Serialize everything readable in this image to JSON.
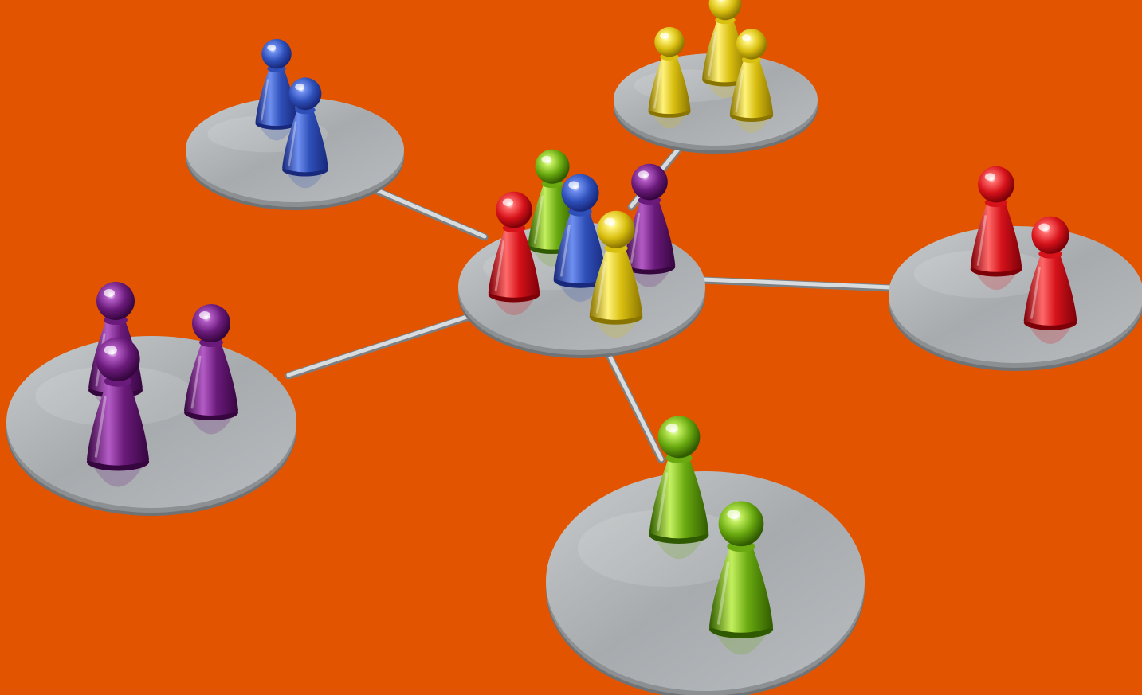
{
  "scene": {
    "background": "#e35400",
    "disc_color": "#a9adb0",
    "connector_color": "#b9bdc0",
    "description_kind": "hub-and-spoke network of platforms with game pawns"
  },
  "hub": {
    "name": "center",
    "pawns": [
      "red",
      "green",
      "blue",
      "purple",
      "yellow"
    ]
  },
  "satellites": [
    {
      "name": "top-left",
      "color_name": "blue",
      "pawn_count": 2
    },
    {
      "name": "top-right",
      "color_name": "yellow",
      "pawn_count": 3
    },
    {
      "name": "right",
      "color_name": "red",
      "pawn_count": 2
    },
    {
      "name": "left",
      "color_name": "purple",
      "pawn_count": 3
    },
    {
      "name": "bottom",
      "color_name": "green",
      "pawn_count": 2
    }
  ],
  "colors": {
    "blue": {
      "base": "#2e4fb8",
      "light": "#6f8ff0",
      "dark": "#18287a"
    },
    "yellow": {
      "base": "#d9bf10",
      "light": "#fff27a",
      "dark": "#8a7400"
    },
    "red": {
      "base": "#d6121a",
      "light": "#ff6a6a",
      "dark": "#7d0008"
    },
    "purple": {
      "base": "#6a1a7a",
      "light": "#b45cc6",
      "dark": "#36063f"
    },
    "green": {
      "base": "#6aaa10",
      "light": "#c4f060",
      "dark": "#2f5a00"
    }
  }
}
